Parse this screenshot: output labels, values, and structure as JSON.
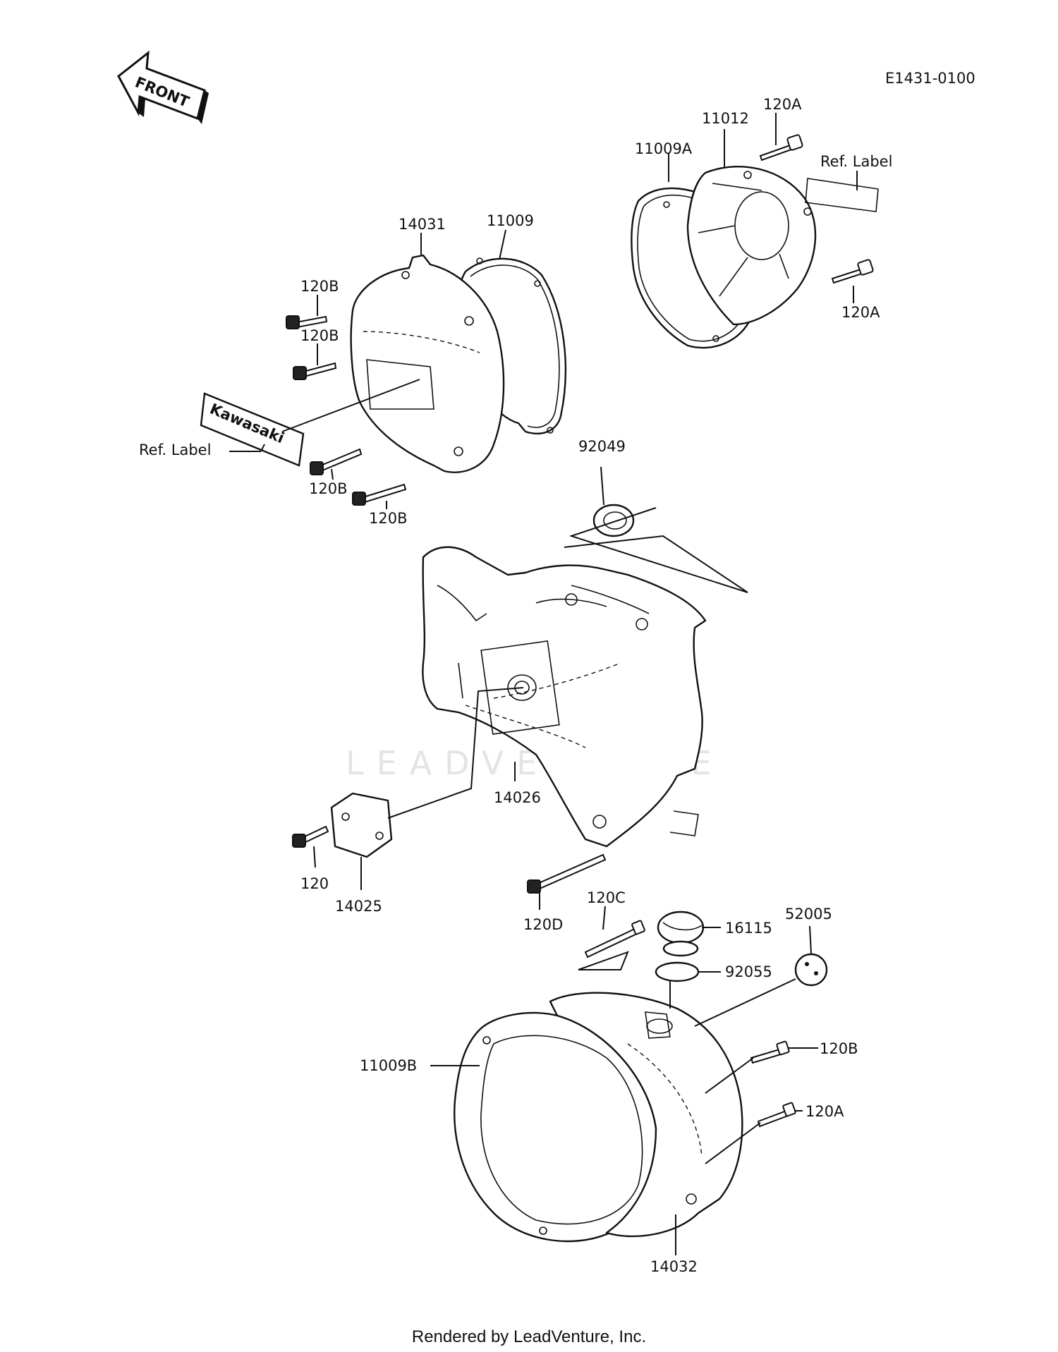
{
  "diagram_code": "E1431-0100",
  "front_label": "FRONT",
  "brand_decal_text": "Kawasaki",
  "watermark": "LEADVENTURE",
  "footer": "Rendered by LeadVenture, Inc.",
  "part_labels": {
    "p14031": "14031",
    "p11009": "11009",
    "p11009A": "11009A",
    "p11012": "11012",
    "p120A_top": "120A",
    "p120A_mid": "120A",
    "p120A_low": "120A",
    "ref_label_top": "Ref.  Label",
    "ref_label_left": "Ref.  Label",
    "p120B_1": "120B",
    "p120B_2": "120B",
    "p120B_3": "120B",
    "p120B_4": "120B",
    "p120B_5": "120B",
    "p92049": "92049",
    "p14026": "14026",
    "p120": "120",
    "p14025": "14025",
    "p120D": "120D",
    "p120C": "120C",
    "p16115": "16115",
    "p52005": "52005",
    "p92055": "92055",
    "p11009B": "11009B",
    "p14032": "14032"
  }
}
